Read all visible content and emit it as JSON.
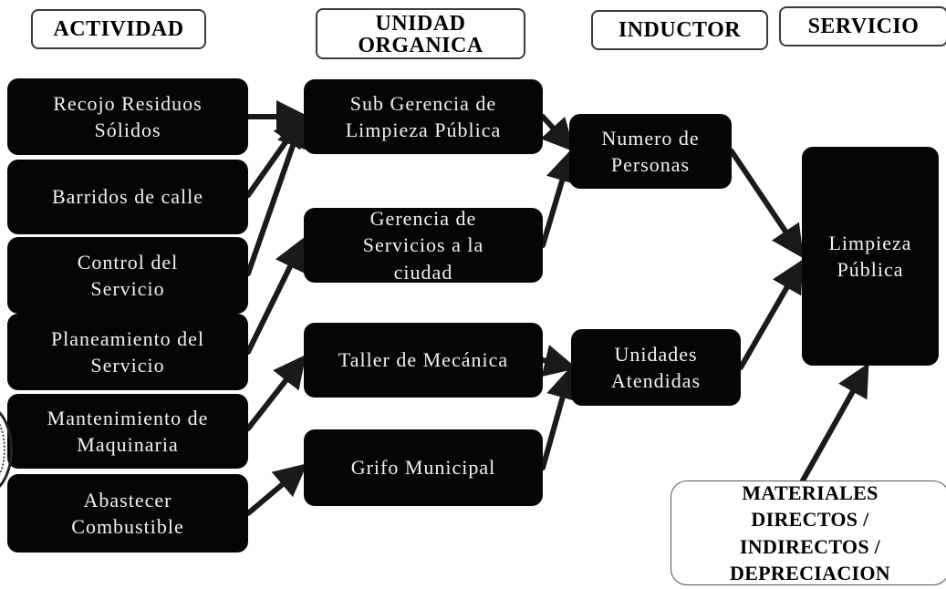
{
  "headers": {
    "actividad": "ACTIVIDAD",
    "unidad_organica": "UNIDAD\nORGANICA",
    "inductor": "INDUCTOR",
    "servicio": "SERVICIO"
  },
  "actividades": [
    "Recojo Residuos\nSólidos",
    "Barridos de calle",
    "Control del\nServicio",
    "Planeamiento del\nServicio",
    "Mantenimiento de\nMaquinaria",
    "Abastecer\nCombustible"
  ],
  "unidades": [
    "Sub Gerencia de\nLimpieza Pública",
    "Gerencia de\nServicios a la\nciudad",
    "Taller de Mecánica",
    "Grifo Municipal"
  ],
  "inductores": [
    "Numero de\nPersonas",
    "Unidades\nAtendidas"
  ],
  "servicio": "Limpieza\nPública",
  "materiales": "MATERIALES\nDIRECTOS /\nINDIRECTOS /\nDEPRECIACION",
  "colors": {
    "box_fill": "#050505",
    "box_text": "#f2f2f2",
    "arrow": "#1a1a1a",
    "header_border": "#3a3a3a"
  }
}
